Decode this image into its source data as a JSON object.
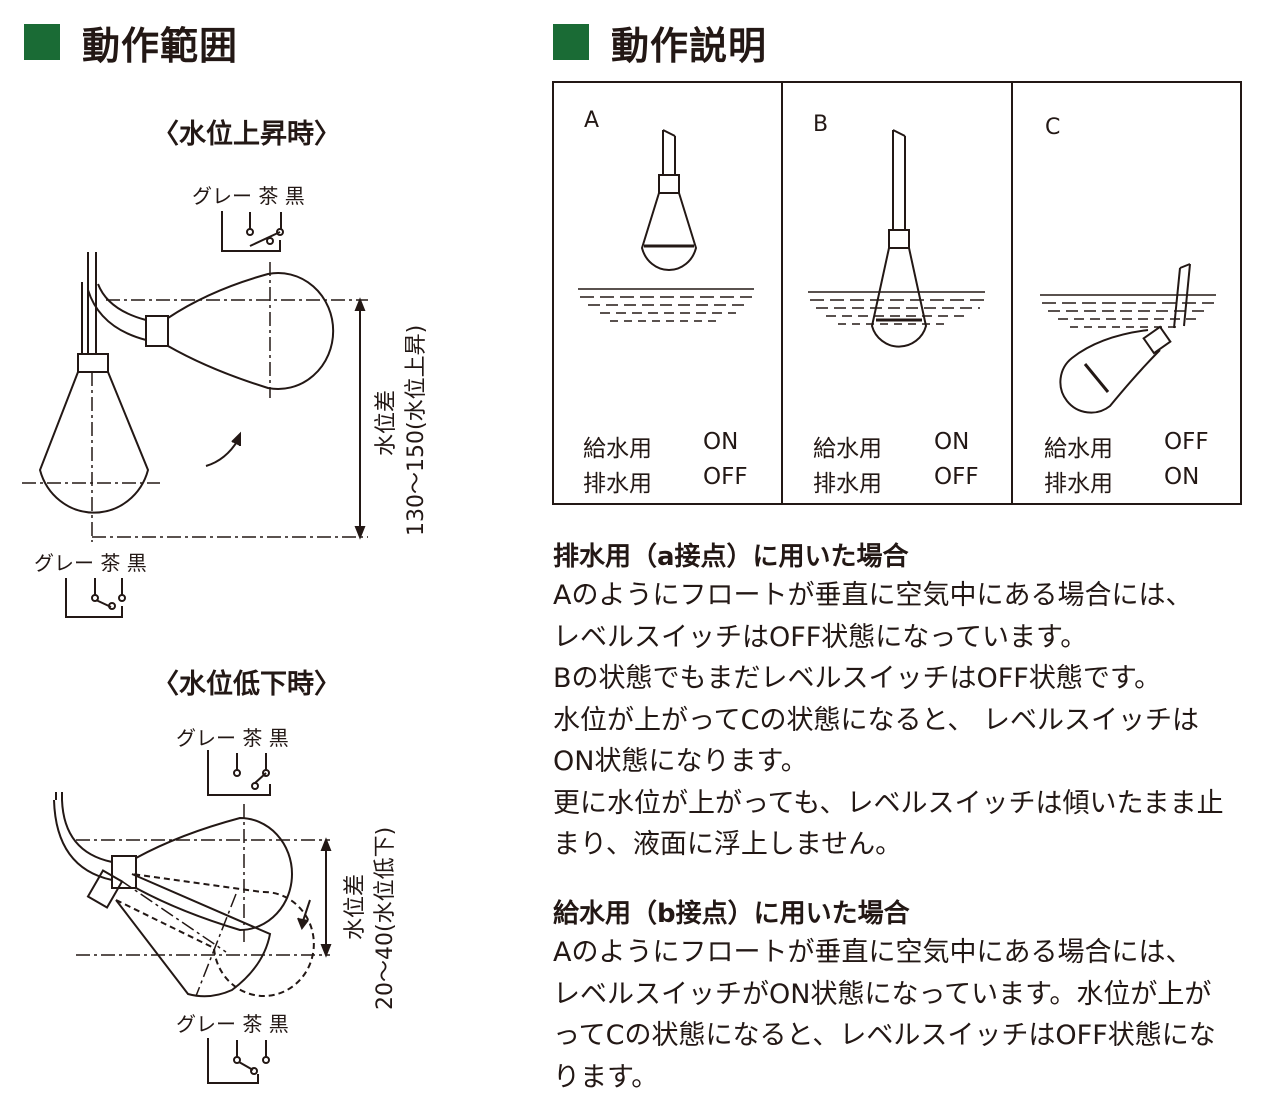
{
  "left": {
    "title": "動作範囲",
    "rise": {
      "subtitle": "〈水位上昇時〉",
      "wires_top": "グレー 茶 黒",
      "wires_bottom": "グレー 茶 黒",
      "dim_label": "水位差",
      "dim_value": "130〜150(水位上昇)"
    },
    "fall": {
      "subtitle": "〈水位低下時〉",
      "wires_top": "グレー 茶 黒",
      "wires_bottom": "グレー 茶 黒",
      "dim_label": "水位差",
      "dim_value": "20〜40(水位低下)"
    }
  },
  "right": {
    "title": "動作説明",
    "panels": [
      {
        "letter": "A",
        "supply_label": "給水用",
        "supply_state": "ON",
        "drain_label": "排水用",
        "drain_state": "OFF"
      },
      {
        "letter": "B",
        "supply_label": "給水用",
        "supply_state": "ON",
        "drain_label": "排水用",
        "drain_state": "OFF"
      },
      {
        "letter": "C",
        "supply_label": "給水用",
        "supply_state": "OFF",
        "drain_label": "排水用",
        "drain_state": "ON"
      }
    ],
    "drain_heading": "排水用（a接点）に用いた場合",
    "drain_lines": [
      "Aのようにフロートが垂直に空気中にある場合には、",
      "レベルスイッチはOFF状態になっています。",
      "Bの状態でもまだレベルスイッチはOFF状態です。",
      "水位が上がってCの状態になると、 レベルスイッチは",
      "ON状態になります。",
      "更に水位が上がっても、レベルスイッチは傾いたまま止",
      "まり、液面に浮上しません。"
    ],
    "supply_heading": "給水用（b接点）に用いた場合",
    "supply_lines": [
      "Aのようにフロートが垂直に空気中にある場合には、",
      "レベルスイッチがON状態になっています。水位が上が",
      "ってCの状態になると、レベルスイッチはOFF状態にな",
      "ります。"
    ],
    "colors": {
      "accent": "#1a6b35",
      "ink": "#231815"
    }
  }
}
